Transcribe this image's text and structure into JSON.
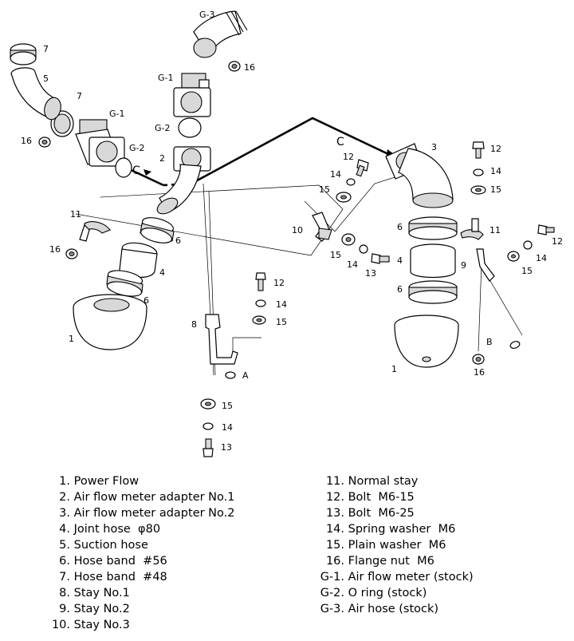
{
  "legend_left": [
    {
      "num": "1.",
      "text": "Power Flow"
    },
    {
      "num": "2.",
      "text": "Air flow meter adapter No.1"
    },
    {
      "num": "3.",
      "text": "Air flow meter adapter No.2"
    },
    {
      "num": "4.",
      "text": "Joint hose  φ80"
    },
    {
      "num": "5.",
      "text": "Suction hose"
    },
    {
      "num": "6.",
      "text": "Hose band  #56"
    },
    {
      "num": "7.",
      "text": "Hose band  #48"
    },
    {
      "num": "8.",
      "text": "Stay No.1"
    },
    {
      "num": "9.",
      "text": "Stay No.2"
    },
    {
      "num": "10.",
      "text": "Stay No.3"
    }
  ],
  "legend_right": [
    {
      "num": "11.",
      "text": "Normal stay"
    },
    {
      "num": "12.",
      "text": "Bolt  M6-15"
    },
    {
      "num": "13.",
      "text": "Bolt  M6-25"
    },
    {
      "num": "14.",
      "text": "Spring washer  M6"
    },
    {
      "num": "15.",
      "text": "Plain washer  M6"
    },
    {
      "num": "16.",
      "text": "Flange nut  M6"
    },
    {
      "num": "G-1.",
      "text": "Air flow meter (stock)"
    },
    {
      "num": "G-2.",
      "text": "O ring (stock)"
    },
    {
      "num": "G-3.",
      "text": "Air hose (stock)"
    }
  ],
  "callouts": {
    "n1": "1",
    "n2": "2",
    "n3": "3",
    "n4": "4",
    "n5": "5",
    "n6": "6",
    "n7": "7",
    "n8": "8",
    "n9": "9",
    "n10": "10",
    "n11": "11",
    "n12": "12",
    "n13": "13",
    "n14": "14",
    "n15": "15",
    "n16": "16",
    "g1": "G-1",
    "g2": "G-2",
    "g3": "G-3",
    "c": "C",
    "a": "A",
    "b": "B"
  }
}
